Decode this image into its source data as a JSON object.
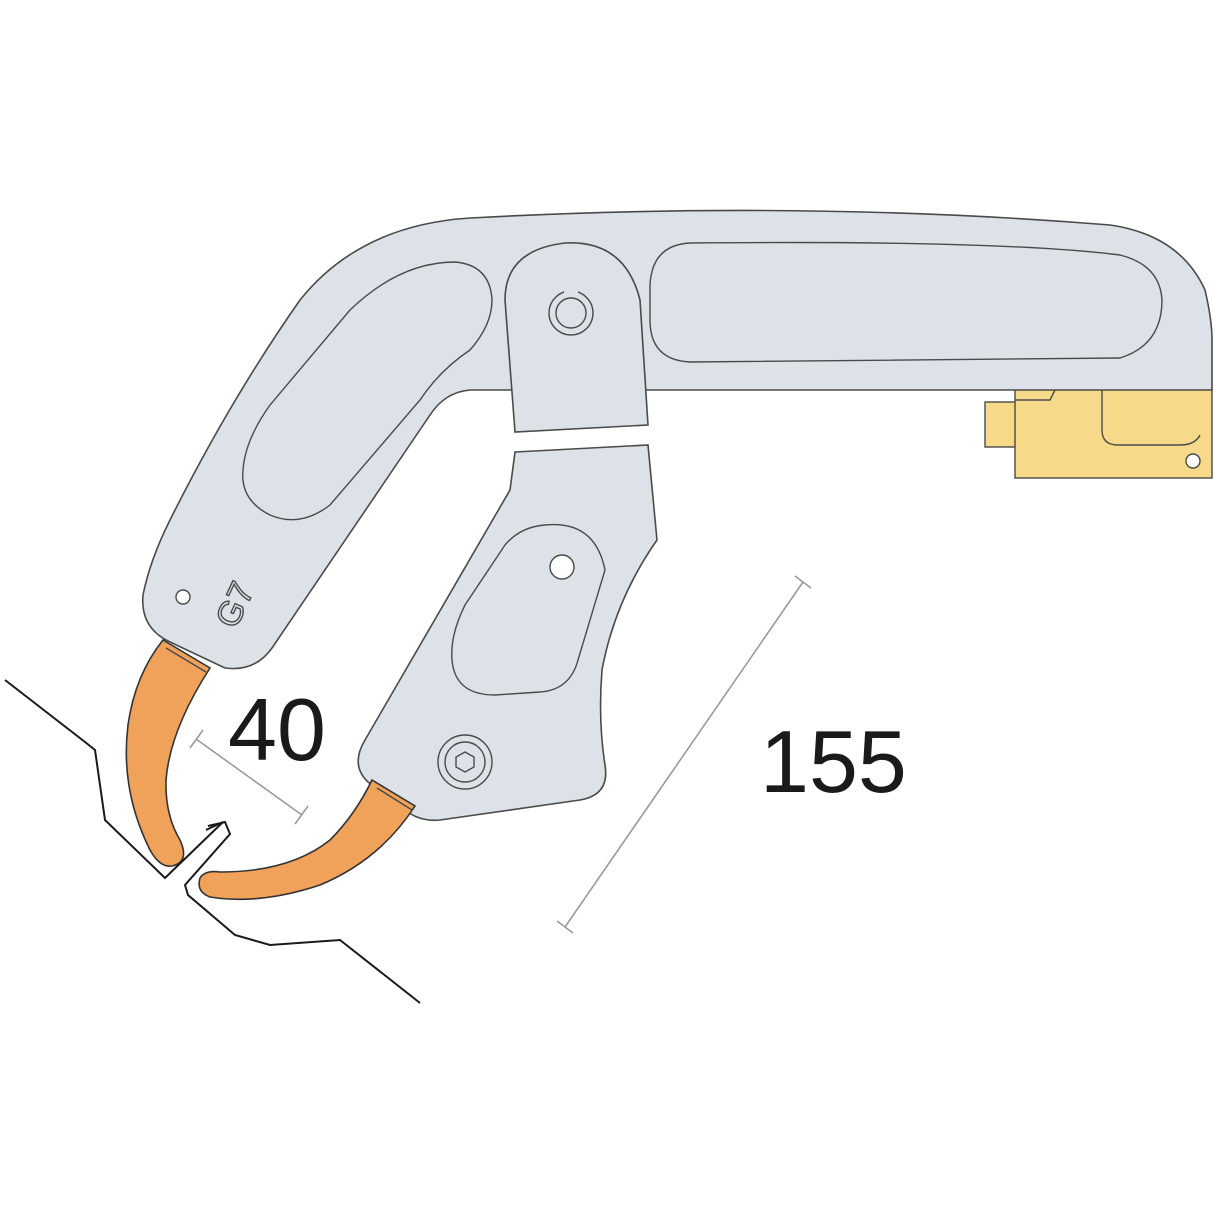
{
  "diagram": {
    "dimension_gap": "40",
    "dimension_length": "155",
    "arm_marking": "G7",
    "colors": {
      "body": "#dde2e8",
      "electrode": "#f0a25a",
      "connector": "#f7d98a"
    }
  }
}
